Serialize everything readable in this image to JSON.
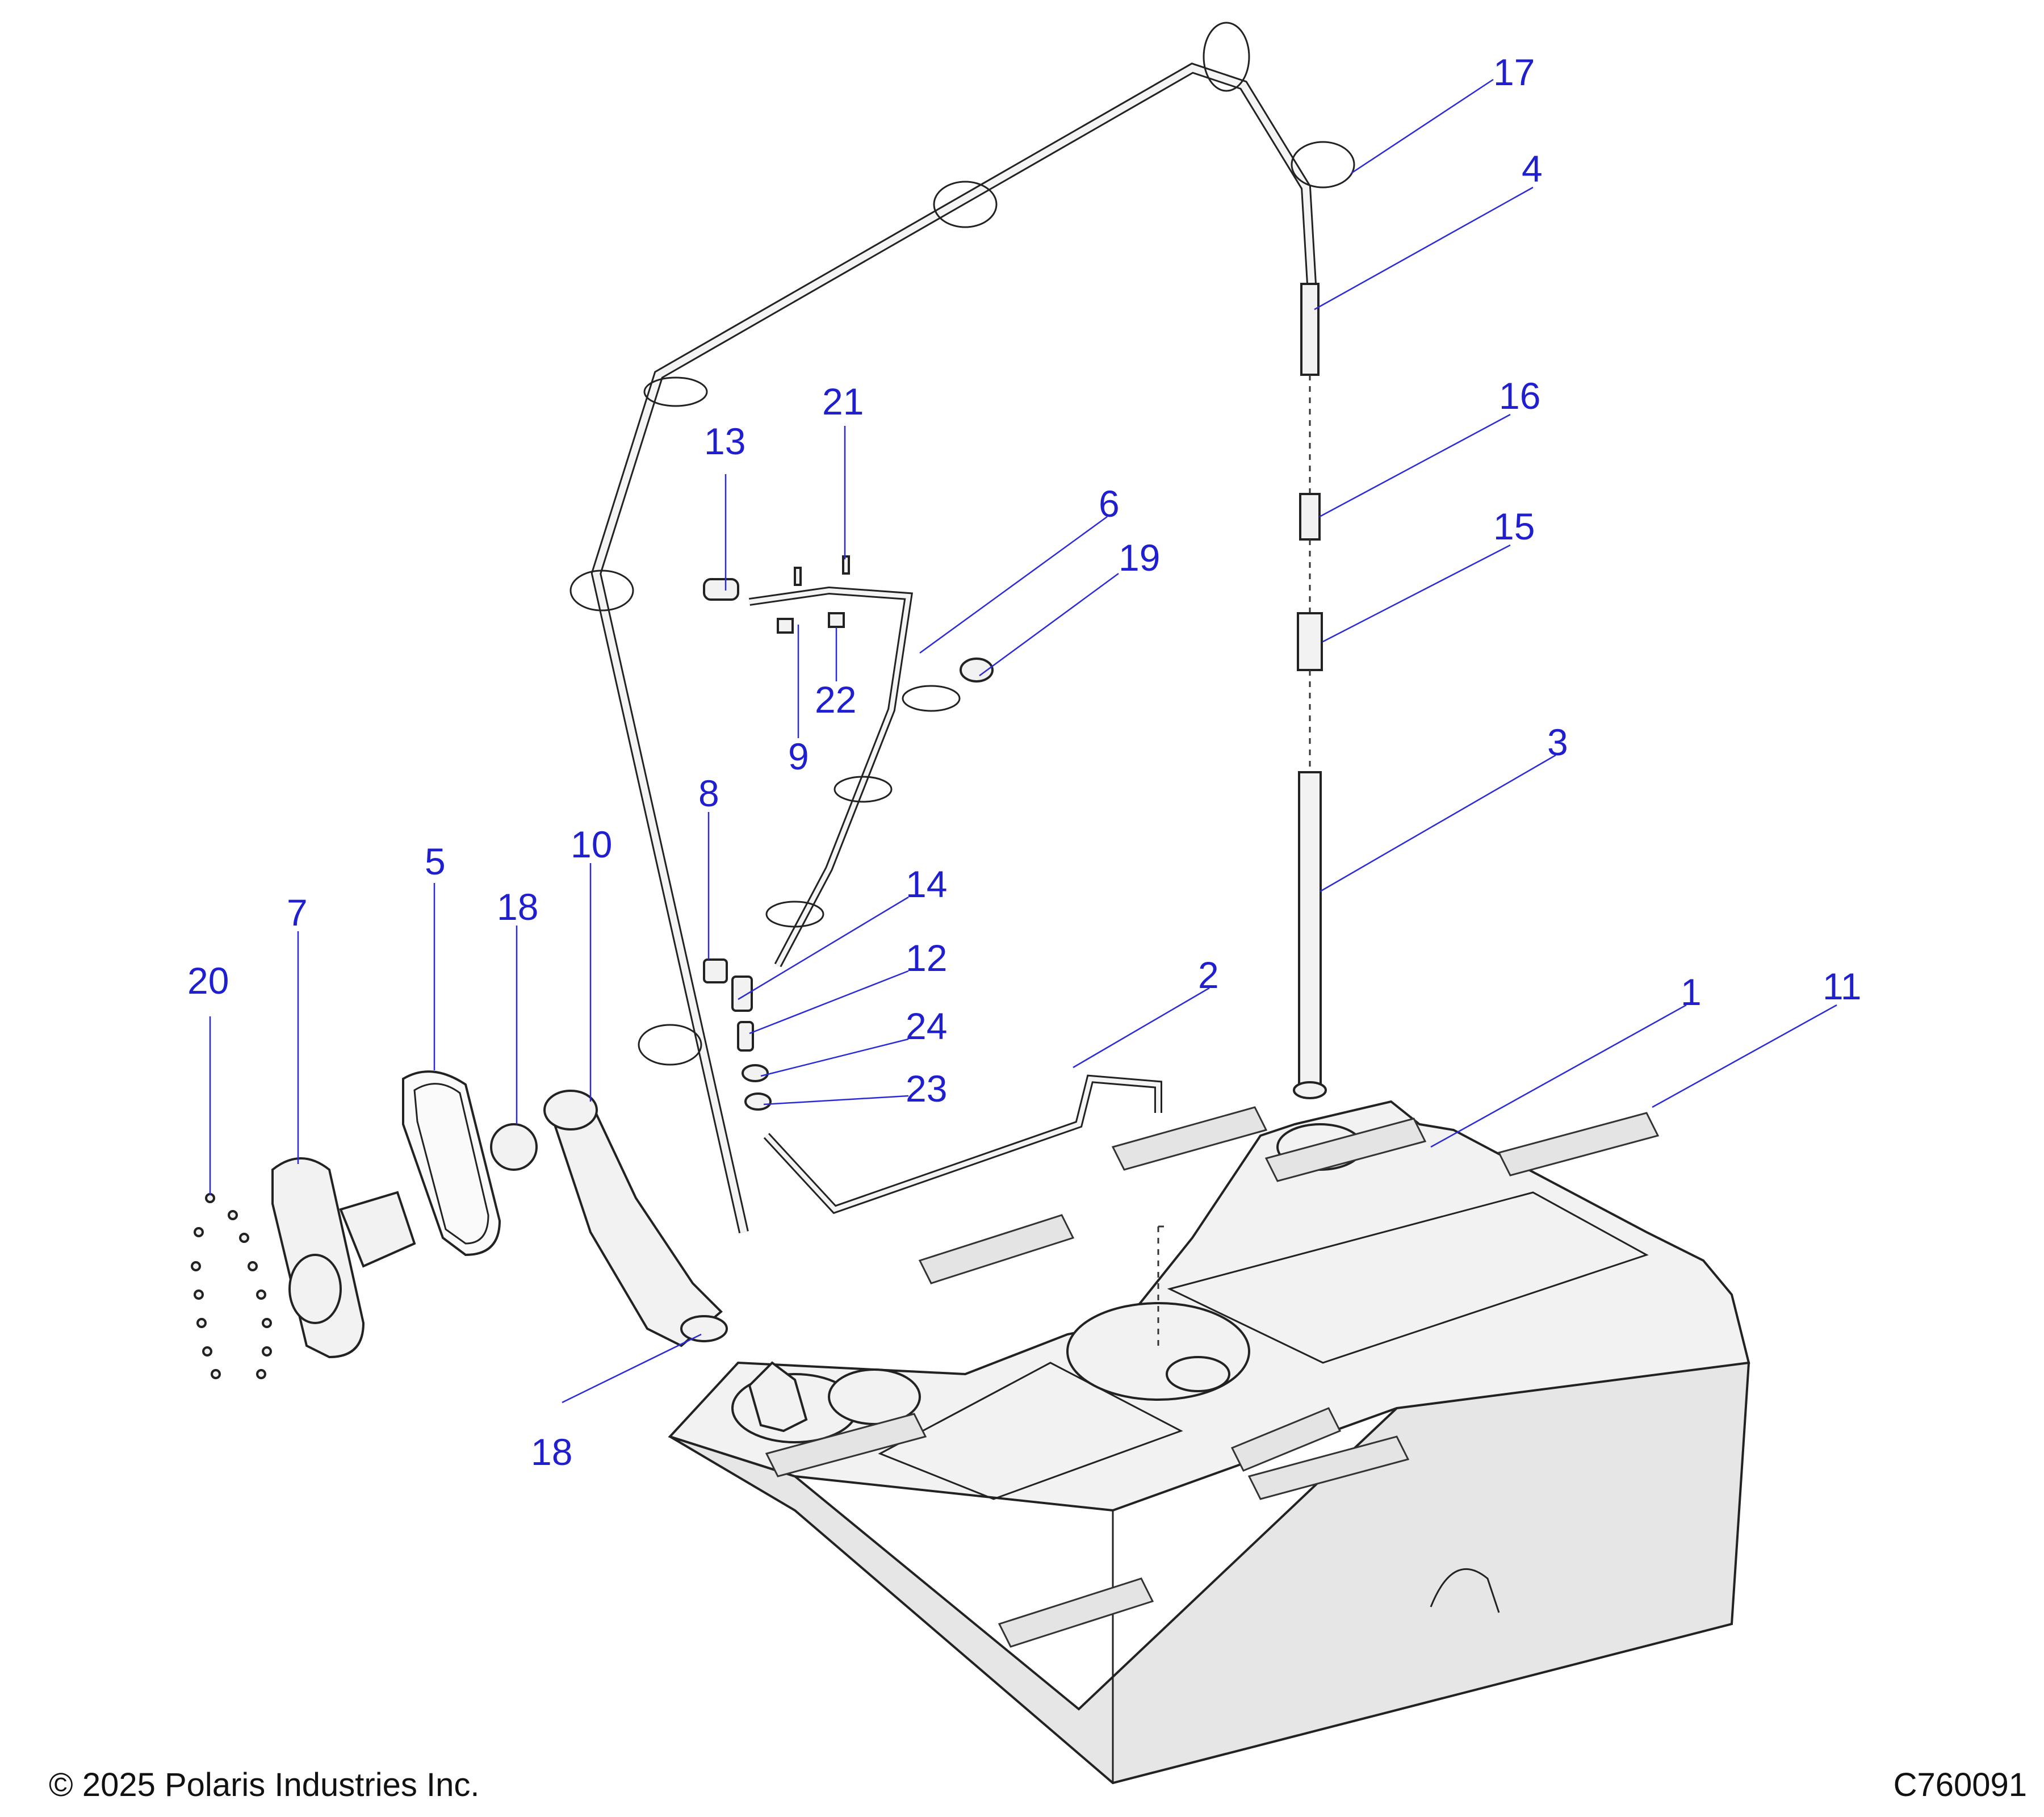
{
  "callouts": [
    {
      "id": "1",
      "label": "1"
    },
    {
      "id": "2",
      "label": "2"
    },
    {
      "id": "3",
      "label": "3"
    },
    {
      "id": "4",
      "label": "4"
    },
    {
      "id": "5",
      "label": "5"
    },
    {
      "id": "6",
      "label": "6"
    },
    {
      "id": "7",
      "label": "7"
    },
    {
      "id": "8",
      "label": "8"
    },
    {
      "id": "9",
      "label": "9"
    },
    {
      "id": "10",
      "label": "10"
    },
    {
      "id": "11",
      "label": "11"
    },
    {
      "id": "12",
      "label": "12"
    },
    {
      "id": "13",
      "label": "13"
    },
    {
      "id": "14",
      "label": "14"
    },
    {
      "id": "15",
      "label": "15"
    },
    {
      "id": "16",
      "label": "16"
    },
    {
      "id": "17",
      "label": "17"
    },
    {
      "id": "18a",
      "label": "18"
    },
    {
      "id": "18b",
      "label": "18"
    },
    {
      "id": "19",
      "label": "19"
    },
    {
      "id": "20",
      "label": "20"
    },
    {
      "id": "21",
      "label": "21"
    },
    {
      "id": "22",
      "label": "22"
    },
    {
      "id": "23",
      "label": "23"
    },
    {
      "id": "24",
      "label": "24"
    }
  ],
  "footer": {
    "copyright": "© 2025 Polaris Industries Inc.",
    "drawing_id": "C760091"
  },
  "colors": {
    "callout": "#1f1fd0",
    "line": "#222222",
    "fill": "#f2f2f2"
  }
}
